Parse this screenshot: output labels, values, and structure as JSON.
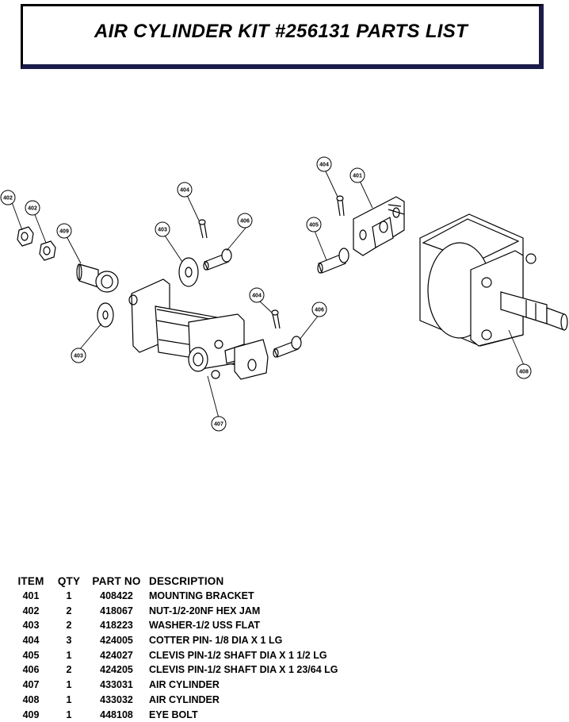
{
  "title": "AIR CYLINDER KIT #256131 PARTS LIST",
  "callouts": {
    "c401": "401",
    "c402a": "402",
    "c402b": "402",
    "c403a": "403",
    "c403b": "403",
    "c404a": "404",
    "c404b": "404",
    "c404c": "404",
    "c405": "405",
    "c406a": "406",
    "c406b": "406",
    "c407": "407",
    "c408": "408",
    "c409": "409"
  },
  "table": {
    "headers": {
      "item": "ITEM",
      "qty": "QTY",
      "part_no": "PART NO",
      "description": "DESCRIPTION"
    },
    "rows": [
      {
        "item": "401",
        "qty": "1",
        "part_no": "408422",
        "description": "MOUNTING BRACKET"
      },
      {
        "item": "402",
        "qty": "2",
        "part_no": "418067",
        "description": "NUT-1/2-20NF HEX JAM"
      },
      {
        "item": "403",
        "qty": "2",
        "part_no": "418223",
        "description": "WASHER-1/2 USS FLAT"
      },
      {
        "item": "404",
        "qty": "3",
        "part_no": "424005",
        "description": "COTTER PIN- 1/8 DIA X 1 LG"
      },
      {
        "item": "405",
        "qty": "1",
        "part_no": "424027",
        "description": "CLEVIS PIN-1/2 SHAFT DIA X 1 1/2 LG"
      },
      {
        "item": "406",
        "qty": "2",
        "part_no": "424205",
        "description": "CLEVIS PIN-1/2 SHAFT DIA X 1 23/64 LG"
      },
      {
        "item": "407",
        "qty": "1",
        "part_no": "433031",
        "description": "AIR CYLINDER"
      },
      {
        "item": "408",
        "qty": "1",
        "part_no": "433032",
        "description": "AIR CYLINDER"
      },
      {
        "item": "409",
        "qty": "1",
        "part_no": "448108",
        "description": "EYE BOLT"
      }
    ]
  }
}
